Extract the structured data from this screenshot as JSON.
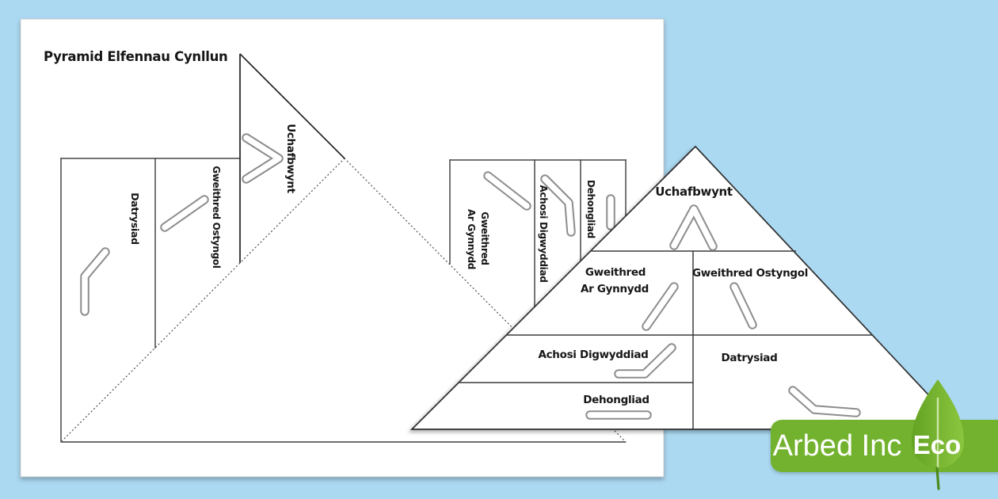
{
  "colors": {
    "background": "#abd9f2",
    "paper": "#ffffff",
    "ink": "#3f3f3f",
    "badge_green": "#72b22e",
    "leaf_green_dark": "#63a323",
    "leaf_green_light": "#8cc63f",
    "badge_text": "#ffffff"
  },
  "sheet": {
    "title": "Pyramid Elfennau Cynllun"
  },
  "flat_template": {
    "datrysiad": "Datrysiad",
    "gweithred_ostyngol": "Gweithred Ostyngol",
    "uchafbwynt": "Uchafbwynt",
    "gweithred_ar_gynnydd_line1": "Gweithred",
    "gweithred_ar_gynnydd_line2": "Ar Gynnydd",
    "achosi_digwyddiad": "Achosi Digwyddiad",
    "dehongliad": "Dehongliad"
  },
  "assembled_pyramid": {
    "uchafbwynt": "Uchafbwynt",
    "gweithred_ar_gynnydd_line1": "Gweithred",
    "gweithred_ar_gynnydd_line2": "Ar Gynnydd",
    "gweithred_ostyngol": "Gweithred Ostyngol",
    "achosi_digwyddiad": "Achosi Digwyddiad",
    "datrysiad": "Datrysiad",
    "dehongliad": "Dehongliad"
  },
  "eco_badge": {
    "brand": "Arbed Inc",
    "eco": "Eco"
  }
}
